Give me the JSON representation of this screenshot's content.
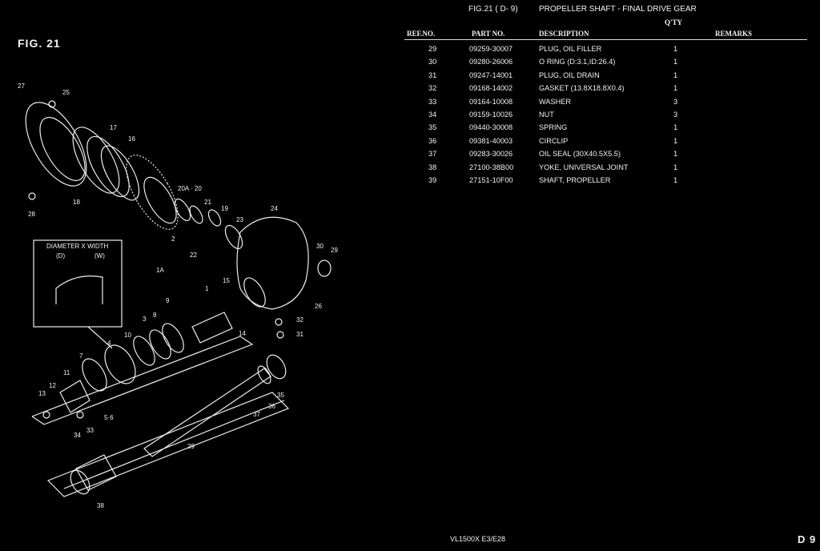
{
  "figure_label": "FIG. 21",
  "header": {
    "fig_ref": "FIG.21 ( D- 9)",
    "title": "PROPELLER SHAFT - FINAL DRIVE GEAR",
    "qty_label": "Q'TY",
    "columns": {
      "ref_no": "REF.NO.",
      "part_no": "PART NO.",
      "description": "DESCRIPTION",
      "remarks": "REMARKS"
    }
  },
  "parts": [
    {
      "ref": "29",
      "part": "09259-30007",
      "desc": "PLUG, OIL FILLER",
      "qty": "1"
    },
    {
      "ref": "30",
      "part": "09280-26006",
      "desc": "O RING (D:3.1,ID:26.4)",
      "qty": "1"
    },
    {
      "ref": "31",
      "part": "09247-14001",
      "desc": "PLUG, OIL DRAIN",
      "qty": "1"
    },
    {
      "ref": "32",
      "part": "09168-14002",
      "desc": "GASKET (13.8X18.8X0.4)",
      "qty": "1"
    },
    {
      "ref": "33",
      "part": "09164-10008",
      "desc": "WASHER",
      "qty": "3"
    },
    {
      "ref": "34",
      "part": "09159-10026",
      "desc": "NUT",
      "qty": "3"
    },
    {
      "ref": "35",
      "part": "09440-30008",
      "desc": "SPRING",
      "qty": "1"
    },
    {
      "ref": "36",
      "part": "09381-40003",
      "desc": "CIRCLIP",
      "qty": "1"
    },
    {
      "ref": "37",
      "part": "09283-30026",
      "desc": "OIL SEAL (30X40.5X5.5)",
      "qty": "1"
    },
    {
      "ref": "38",
      "part": "27100-38B00",
      "desc": "YOKE, UNIVERSAL JOINT",
      "qty": "1"
    },
    {
      "ref": "39",
      "part": "27151-10F00",
      "desc": "SHAFT, PROPELLER",
      "qty": "1"
    }
  ],
  "diagram": {
    "inset_title": "DIAMETER X WIDTH",
    "inset_d": "(D)",
    "inset_w": "(W)",
    "callouts": [
      "27",
      "25",
      "17",
      "16",
      "18",
      "28",
      "20A · 20",
      "21",
      "19",
      "23",
      "24",
      "2",
      "22",
      "1A",
      "30",
      "29",
      "15",
      "1",
      "26",
      "9",
      "8",
      "3",
      "10",
      "14",
      "32",
      "31",
      "4",
      "7",
      "11",
      "12",
      "13",
      "5·6",
      "34",
      "33",
      "35",
      "36",
      "37",
      "39",
      "38"
    ]
  },
  "footer": {
    "model": "VL1500X  E3/E28",
    "page": "D 9"
  }
}
